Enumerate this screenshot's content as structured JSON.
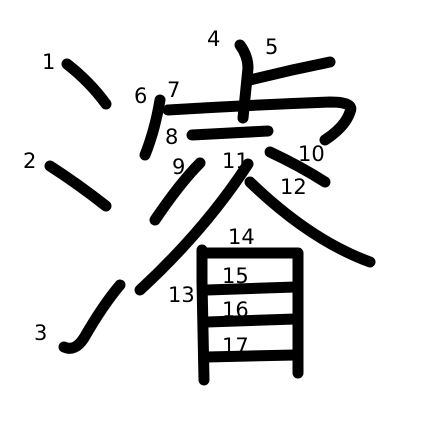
{
  "character": "濬",
  "stroke_color": "#000000",
  "label_color": "#000000",
  "background_color": "#ffffff",
  "stroke_numbers": [
    "1",
    "2",
    "3",
    "4",
    "5",
    "6",
    "7",
    "8",
    "9",
    "10",
    "11",
    "12",
    "13",
    "14",
    "15",
    "16",
    "17"
  ]
}
